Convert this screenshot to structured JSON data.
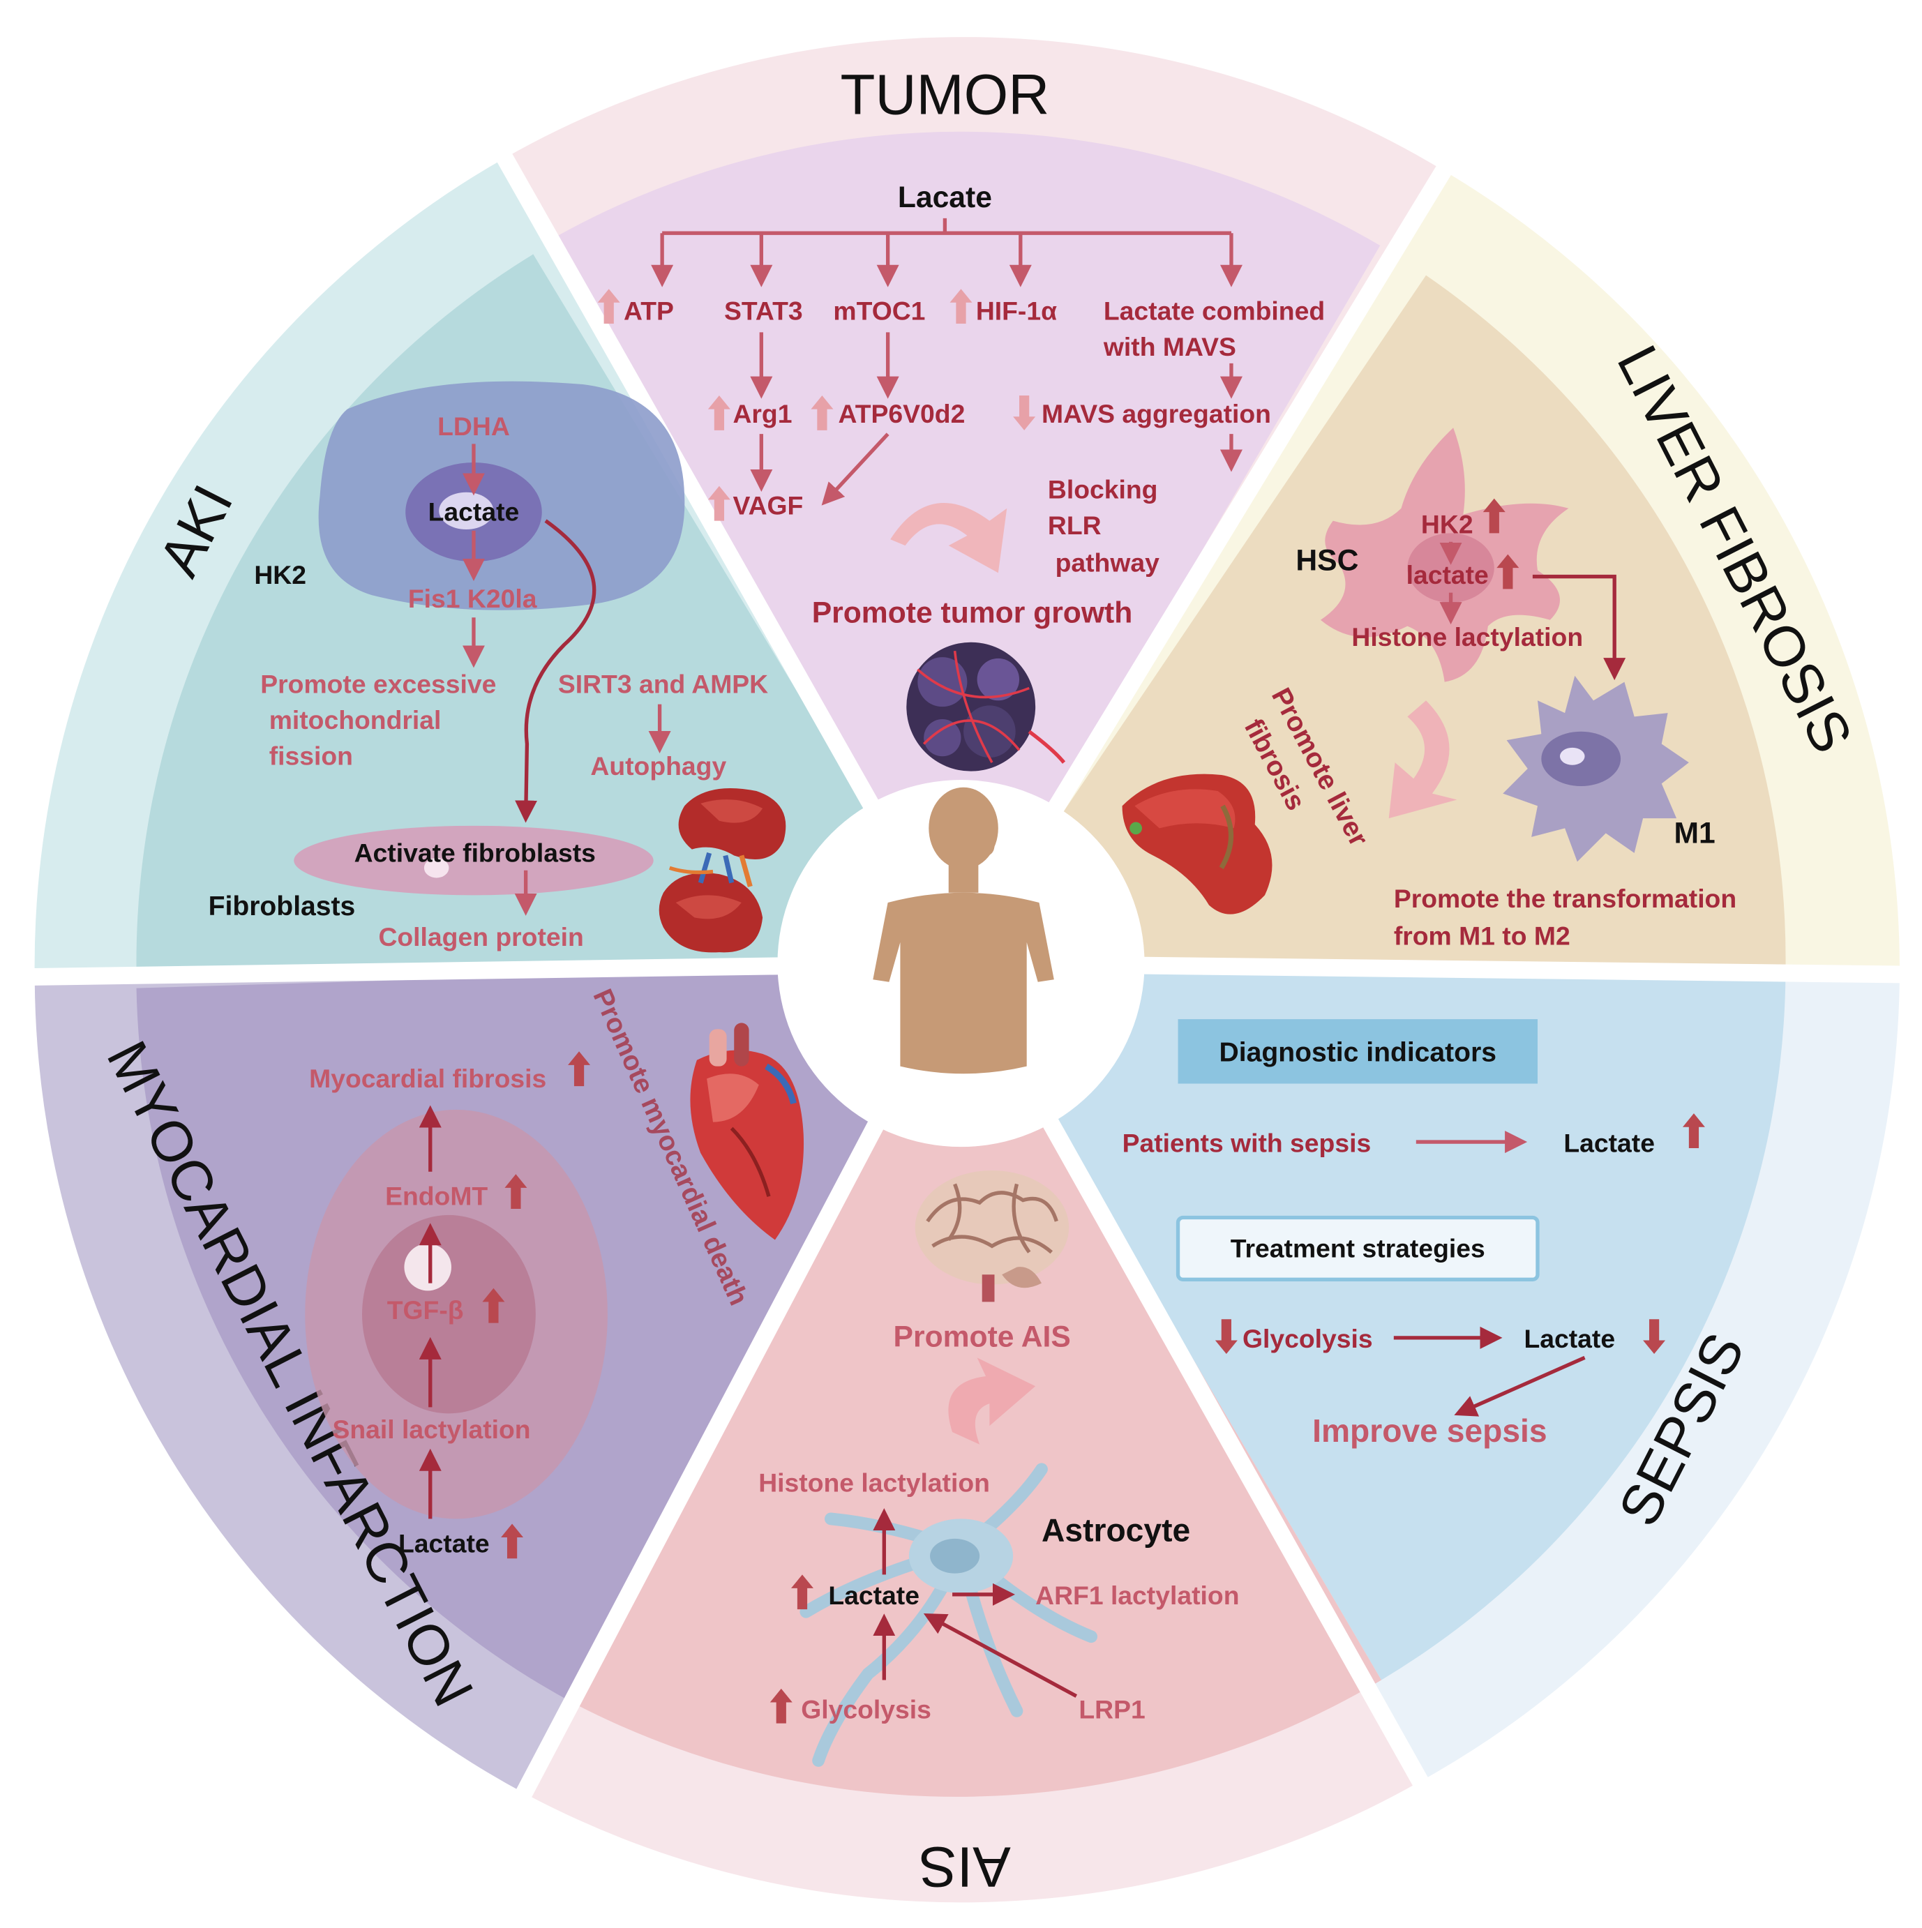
{
  "sections": {
    "tumor": "TUMOR",
    "liver": "LIVER FIBROSIS",
    "sepsis": "SEPSIS",
    "ais": "AIS",
    "mi": "MYOCARDIAL INFARCTION",
    "aki": "AKI"
  },
  "tumor": {
    "lacate": "Lacate",
    "atp": "ATP",
    "stat3": "STAT3",
    "mtoc1": "mTOC1",
    "hif": "HIF-1α",
    "mavs1": "Lactate combined",
    "mavs2": "with MAVS",
    "arg1": "Arg1",
    "atp6": "ATP6V0d2",
    "mavs_agg": "MAVS aggregation",
    "vagf": "VAGF",
    "block1": "Blocking",
    "block2": "RLR",
    "block3": "pathway",
    "promote": "Promote tumor growth"
  },
  "liver": {
    "hsc": "HSC",
    "hk2": "HK2",
    "lactate": "lactate",
    "histone": "Histone lactylation",
    "promote1": "Promote liver",
    "promote2": "fibrosis",
    "m1": "M1",
    "trans1": "Promote the transformation",
    "trans2": "from M1 to M2"
  },
  "sepsis": {
    "diag": "Diagnostic indicators",
    "patients": "Patients with sepsis",
    "lactate1": "Lactate",
    "treat": "Treatment strategies",
    "glyco": "Glycolysis",
    "lactate2": "Lactate",
    "improve": "Improve sepsis"
  },
  "ais": {
    "promote": "Promote AIS",
    "histone": "Histone lactylation",
    "astro": "Astrocyte",
    "lactate": "Lactate",
    "arf1": "ARF1 lactylation",
    "glyco": "Glycolysis",
    "lrp1": "LRP1"
  },
  "mi": {
    "fibrosis": "Myocardial fibrosis",
    "endomt": "EndoMT",
    "tgf": "TGF-β",
    "snail": "Snail lactylation",
    "lactate": "Lactate",
    "death": "Promote myocardial death"
  },
  "aki": {
    "ldha": "LDHA",
    "lactate": "Lactate",
    "hk2": "HK2",
    "fis1": "Fis1 K20la",
    "mito1": "Promote excessive",
    "mito2": "mitochondrial",
    "mito3": "fission",
    "sirt": "SIRT3 and AMPK",
    "autophagy": "Autophagy",
    "activate": "Activate fibroblasts",
    "fibroblasts": "Fibroblasts",
    "collagen": "Collagen protein"
  },
  "colors": {
    "tumor": "#ead5ec",
    "liver": "#ecdcc0",
    "sepsis": "#c6e0ef",
    "ais": "#efc5c8",
    "mi": "#b0a4cb",
    "aki": "#b6dadd",
    "text_red": "#a52a3c",
    "arrow_up": "#b9484f"
  }
}
